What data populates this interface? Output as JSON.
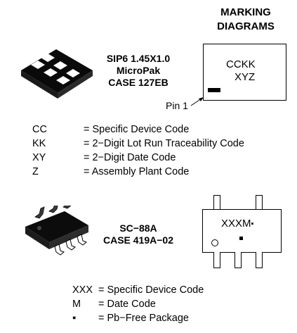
{
  "header": {
    "line1": "MARKING",
    "line2": "DIAGRAMS"
  },
  "packages": [
    {
      "name": "SIP6 1.45X1.0",
      "subname": "MicroPak",
      "case": "CASE 127EB",
      "marking": {
        "line1": "CCKK",
        "line2": "XYZ",
        "pin_label": "Pin 1"
      },
      "legend": [
        {
          "code": "CC",
          "desc": "= Specific Device Code"
        },
        {
          "code": "KK",
          "desc": "= 2−Digit Lot Run Traceability Code"
        },
        {
          "code": "XY",
          "desc": "= 2−Digit Date Code"
        },
        {
          "code": "Z",
          "desc": "= Assembly Plant Code"
        }
      ]
    },
    {
      "name": "SC−88A",
      "case": "CASE 419A−02",
      "marking": {
        "line1": "XXXM",
        "dot": "▪"
      },
      "legend": [
        {
          "code": "XXX",
          "desc": "= Specific Device Code"
        },
        {
          "code": "M",
          "desc": "= Date Code"
        },
        {
          "code": "▪",
          "desc": "= Pb−Free Package"
        }
      ]
    }
  ]
}
